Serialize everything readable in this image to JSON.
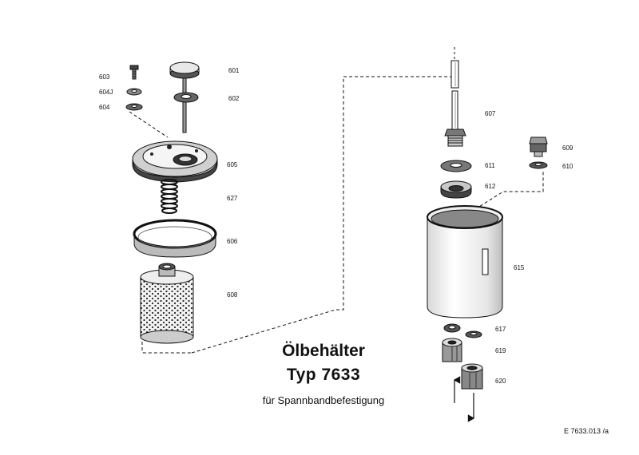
{
  "title": {
    "line1": "Ölbehälter",
    "line2": "Typ 7633",
    "line3": "für Spannbandbefestigung"
  },
  "doc_ref": "E  7633.013 /a",
  "parts": [
    {
      "id": "p601",
      "label": "601"
    },
    {
      "id": "p602",
      "label": "602"
    },
    {
      "id": "p603",
      "label": "603"
    },
    {
      "id": "p604j",
      "label": "604J"
    },
    {
      "id": "p604",
      "label": "604"
    },
    {
      "id": "p605",
      "label": "605"
    },
    {
      "id": "p627",
      "label": "627"
    },
    {
      "id": "p606",
      "label": "606"
    },
    {
      "id": "p608",
      "label": "608"
    },
    {
      "id": "p607",
      "label": "607"
    },
    {
      "id": "p609",
      "label": "609"
    },
    {
      "id": "p610",
      "label": "610"
    },
    {
      "id": "p611",
      "label": "611"
    },
    {
      "id": "p612",
      "label": "612"
    },
    {
      "id": "p615",
      "label": "615"
    },
    {
      "id": "p617",
      "label": "617"
    },
    {
      "id": "p619",
      "label": "619"
    },
    {
      "id": "p620",
      "label": "620"
    }
  ]
}
